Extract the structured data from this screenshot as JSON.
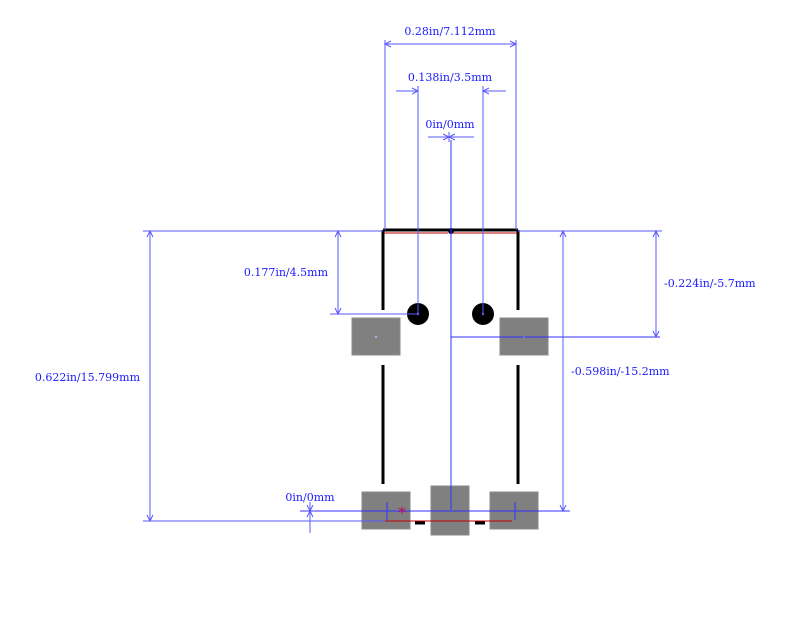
{
  "dimensions": {
    "overall_width": "0.28in/7.112mm",
    "pin_spacing": "0.138in/3.5mm",
    "center_offset": "0in/0mm",
    "hole_offset": "0.177in/4.5mm",
    "pad_offset": "-0.224in/-5.7mm",
    "overall_height": "0.622in/15.799mm",
    "pin_row_offset": "-0.598in/-15.2mm",
    "origin_offset": "0in/0mm"
  },
  "marker": {
    "pin1_symbol": "*"
  },
  "colors": {
    "dimension": "#5a5aff",
    "dimension_text": "#1a1aff",
    "outline": "#000000",
    "pad": "#808080",
    "pin1_marker": "#c0006a",
    "origin_line": "#c00000"
  }
}
